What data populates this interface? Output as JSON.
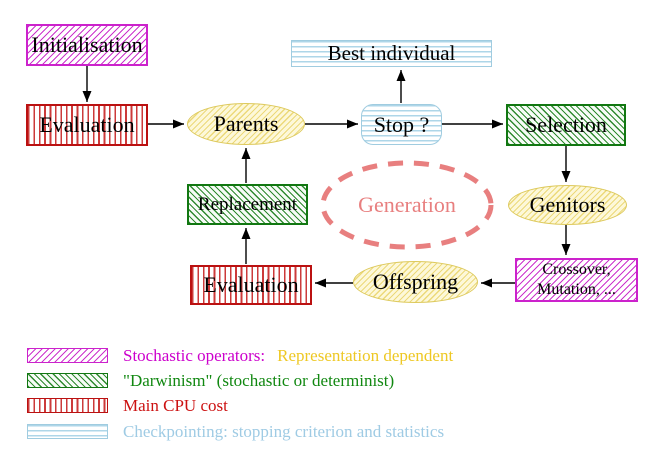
{
  "nodes": {
    "initialisation": "Initialisation",
    "evaluation_top": "Evaluation",
    "parents": "Parents",
    "best_individual": "Best individual",
    "stop": "Stop ?",
    "selection": "Selection",
    "replacement": "Replacement",
    "generation": "Generation",
    "genitors": "Genitors",
    "crossover_line1": "Crossover,",
    "crossover_line2": "Mutation, ...",
    "offspring": "Offspring",
    "evaluation_bottom": "Evaluation"
  },
  "legend": {
    "stochastic": {
      "label": "Stochastic operators:",
      "label2": "Representation dependent",
      "color": "#cc00cc",
      "color2": "#eec824",
      "swatch": "magenta-diagonal-hatch"
    },
    "darwinism": {
      "label": "\"Darwinism\" (stochastic or determinist)",
      "color": "#118811",
      "swatch": "green-diagonal-hatch"
    },
    "cpu": {
      "label": "Main CPU cost",
      "color": "#cc1111",
      "swatch": "red-vertical-stripes"
    },
    "checkpointing": {
      "label": "Checkpointing: stopping criterion and statistics",
      "color": "#9fcbe4",
      "swatch": "cyan-horizontal-stripes"
    }
  },
  "colors": {
    "magenta": "#cc22cc",
    "green": "#117711",
    "red": "#bb1111",
    "cyan": "#a0cce0",
    "yellow": "#ddc95c",
    "salmon": "#e87f7f",
    "arrow": "#000000",
    "text": "#000000"
  }
}
